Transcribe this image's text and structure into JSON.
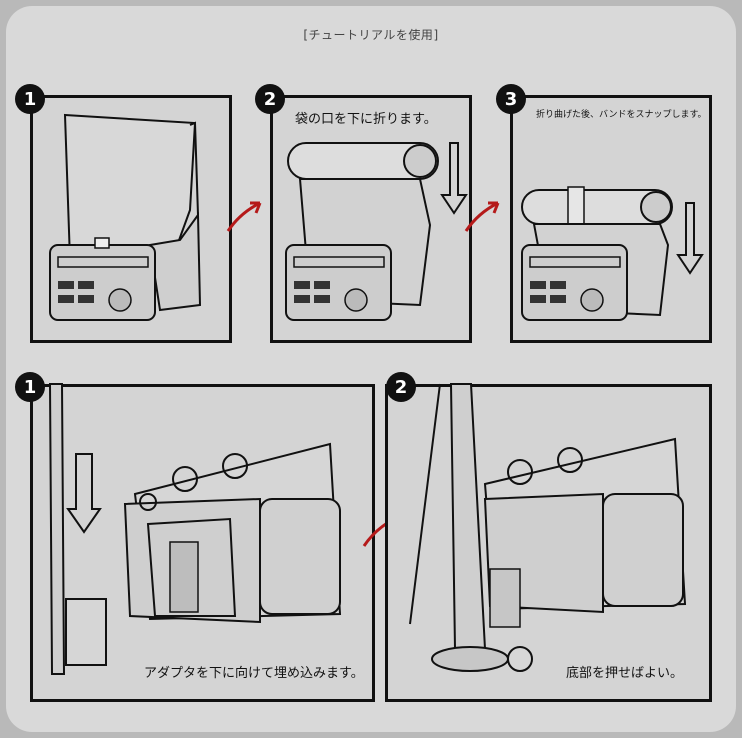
{
  "header": {
    "title": "[チュートリアルを使用]"
  },
  "colors": {
    "arrow_accent": "#b51a1a",
    "outline": "#111111"
  },
  "steps_top": [
    {
      "number": "1",
      "caption": ""
    },
    {
      "number": "2",
      "caption": "袋の口を下に折ります。"
    },
    {
      "number": "3",
      "caption": "折り曲げた後、バンドをスナップします。"
    }
  ],
  "steps_bottom": [
    {
      "number": "1",
      "caption": "アダプタを下に向けて埋め込みます。"
    },
    {
      "number": "2",
      "caption": "底部を押せばよい。"
    }
  ]
}
